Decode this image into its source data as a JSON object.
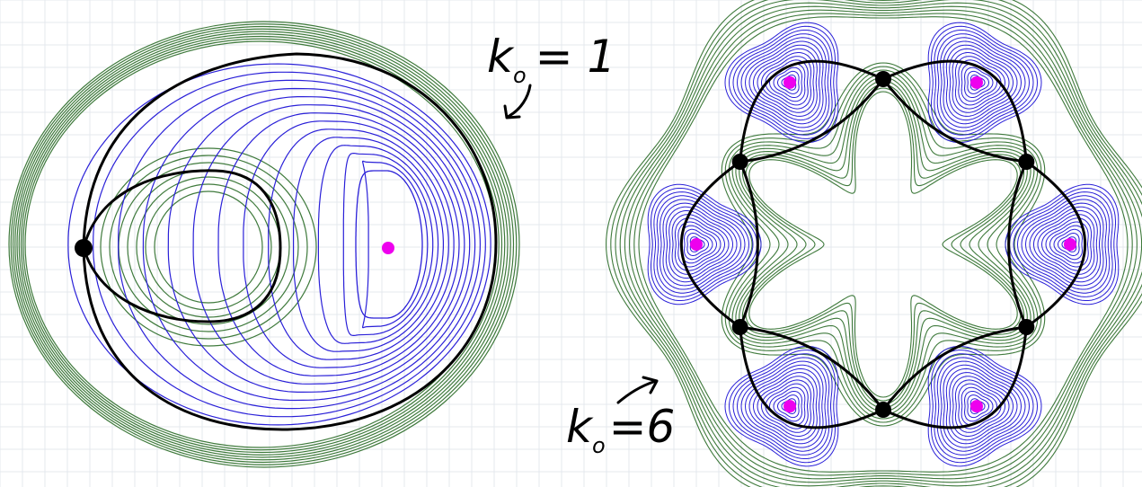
{
  "colors": {
    "inner_contour": "#2a20d8",
    "outer_contour": "#3f7a3c",
    "separatrix": "#000000",
    "center_point": "#ee00ee",
    "saddle_point": "#000000",
    "background": "#ffffff",
    "grid": "#e4e8ee"
  },
  "labels": {
    "left_k": "k",
    "left_sub": "o",
    "left_value": "= 1",
    "right_k": "k",
    "right_sub": "o",
    "right_value": "=6"
  },
  "diagrams": [
    {
      "id": "left",
      "k0": 1,
      "centers": 1,
      "saddles": 1
    },
    {
      "id": "right",
      "k0": 6,
      "centers": 6,
      "saddles": 6
    }
  ]
}
